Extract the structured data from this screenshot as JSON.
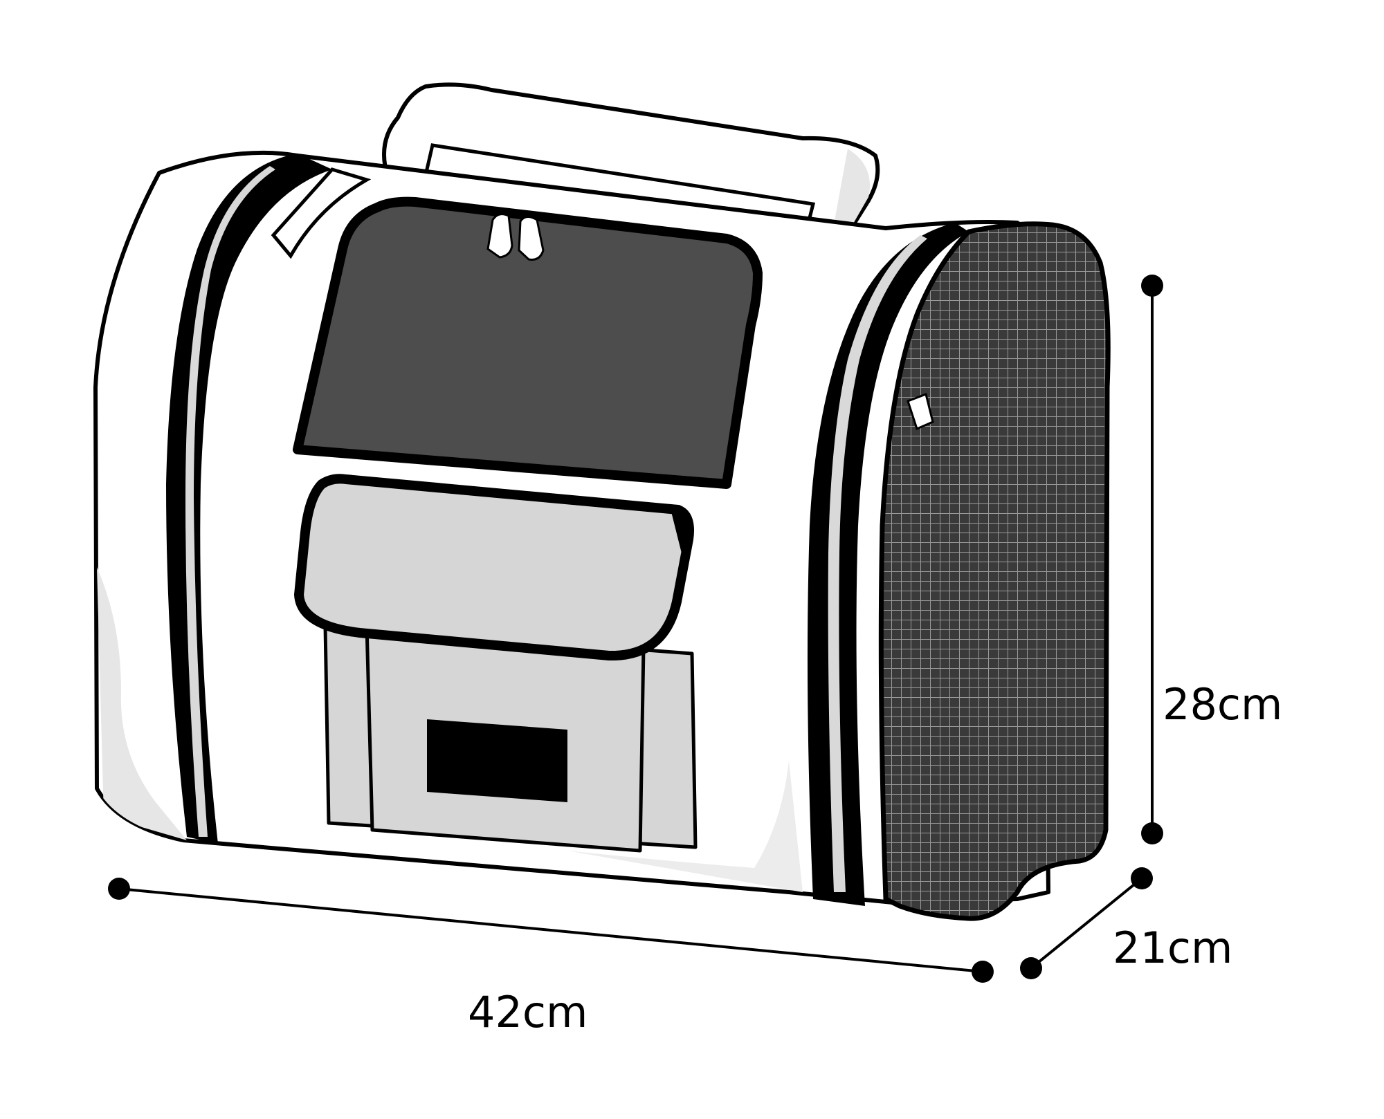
{
  "dimensions": {
    "height": {
      "label": "28cm",
      "value": 28,
      "unit": "cm"
    },
    "depth": {
      "label": "21cm",
      "value": 21,
      "unit": "cm"
    },
    "width": {
      "label": "42cm",
      "value": 42,
      "unit": "cm"
    }
  },
  "colors": {
    "outline": "#000000",
    "body": "#ffffff",
    "shadow": "#e6e6e6",
    "window": "#4d4d4d",
    "pocket": "#d6d6d6",
    "stripe": "#d9d9d9",
    "label_patch": "#000000"
  }
}
